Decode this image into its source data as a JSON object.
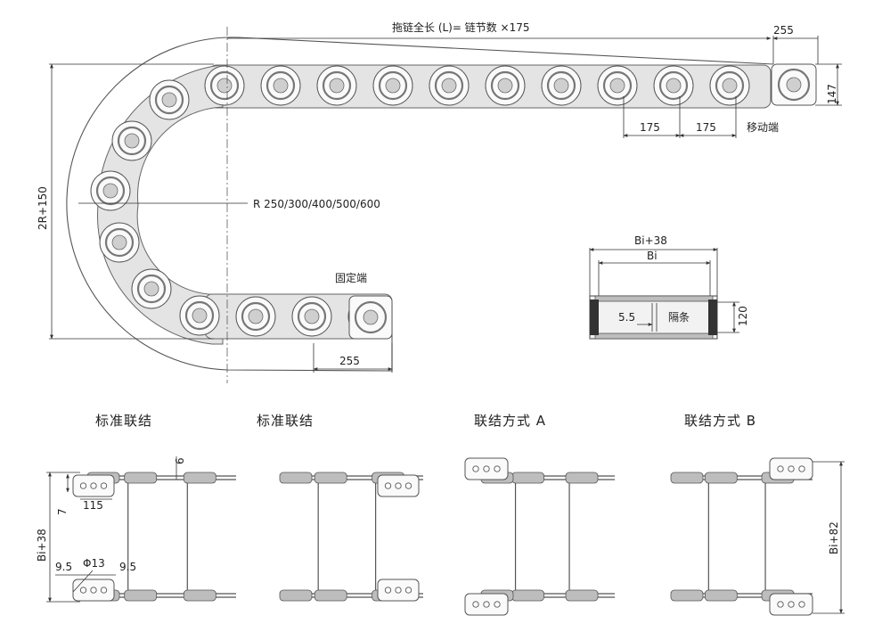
{
  "labels": {
    "total_length": "拖链全长 (L)= 链节数 ×175",
    "end_offset_top": "255",
    "height_147": "147",
    "pitch_a": "175",
    "pitch_b": "175",
    "moving_end": "移动端",
    "fixed_end": "固定端",
    "radius": "R 250/300/400/500/600",
    "height_2r": "2R+150",
    "end_offset_bottom": "255"
  },
  "section": {
    "outer_width": "Bi+38",
    "inner_width": "Bi",
    "gap": "5.5",
    "separator": "隔条",
    "height": "120"
  },
  "variants": [
    {
      "title": "标准联结"
    },
    {
      "title": "标准联结"
    },
    {
      "title": "联结方式 A"
    },
    {
      "title": "联结方式 B"
    }
  ],
  "detail": {
    "dim_6": "6",
    "dim_7": "7",
    "dim_115": "115",
    "dim_bi38": "Bi+38",
    "dim_phi13": "Φ13",
    "dim_95_left": "9.5",
    "dim_95_right": "9.5",
    "dim_bi82": "Bi+82"
  }
}
